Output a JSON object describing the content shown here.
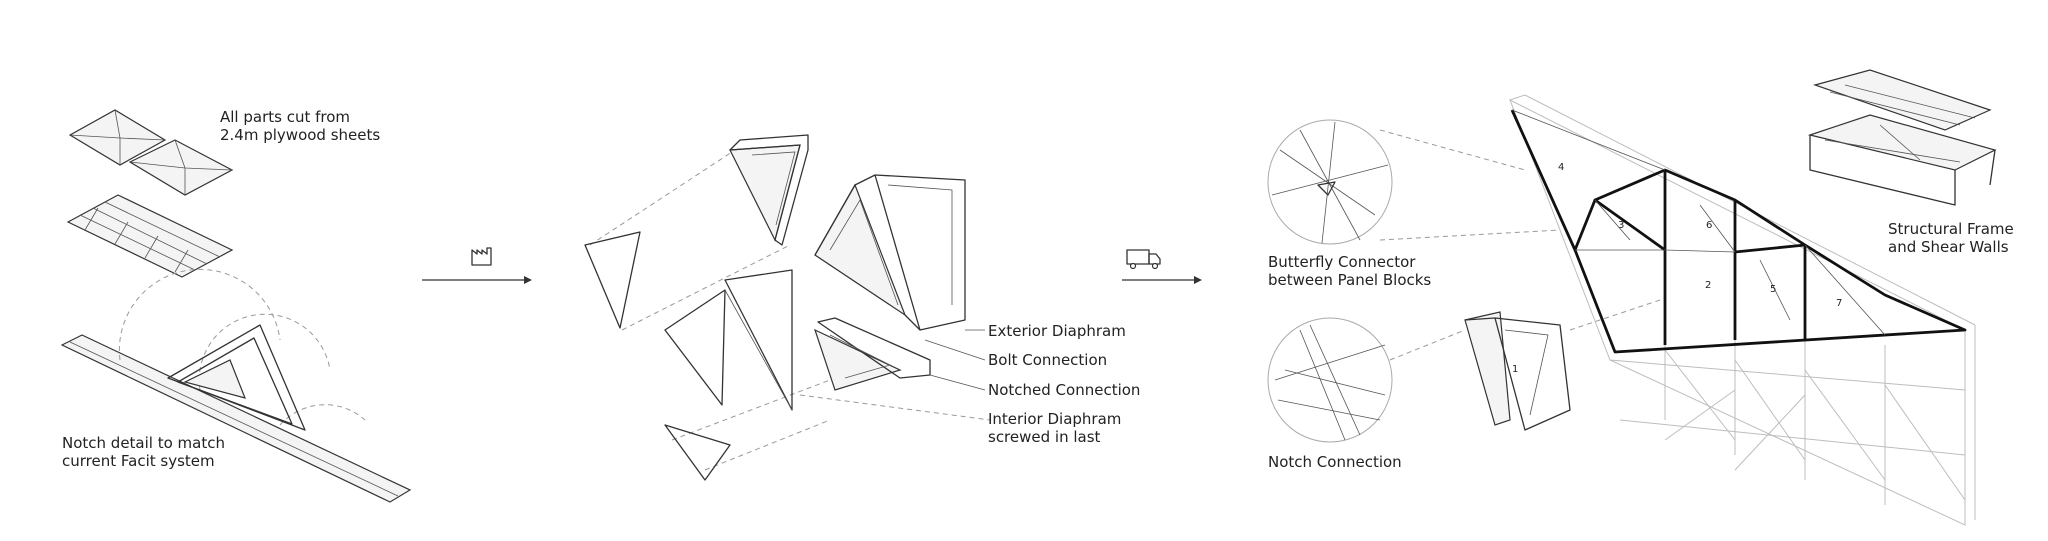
{
  "labels": {
    "plywood": [
      "All parts cut from",
      "2.4m plywood sheets"
    ],
    "notch_detail": [
      "Notch detail to match",
      "current Facit system"
    ],
    "exterior": "Exterior Diaphram",
    "bolt": "Bolt Connection",
    "notched": "Notched Connection",
    "interior": [
      "Interior Diaphram",
      "screwed in last"
    ],
    "butterfly": [
      "Butterfly Connector",
      "between Panel Blocks"
    ],
    "notch_connection": "Notch Connection",
    "structural": [
      "Structural Frame",
      "and Shear Walls"
    ]
  },
  "panel_numbers": [
    "1",
    "2",
    "3",
    "4",
    "5",
    "6",
    "7"
  ],
  "icons": {
    "step1": "factory-icon",
    "step2": "truck-icon"
  }
}
